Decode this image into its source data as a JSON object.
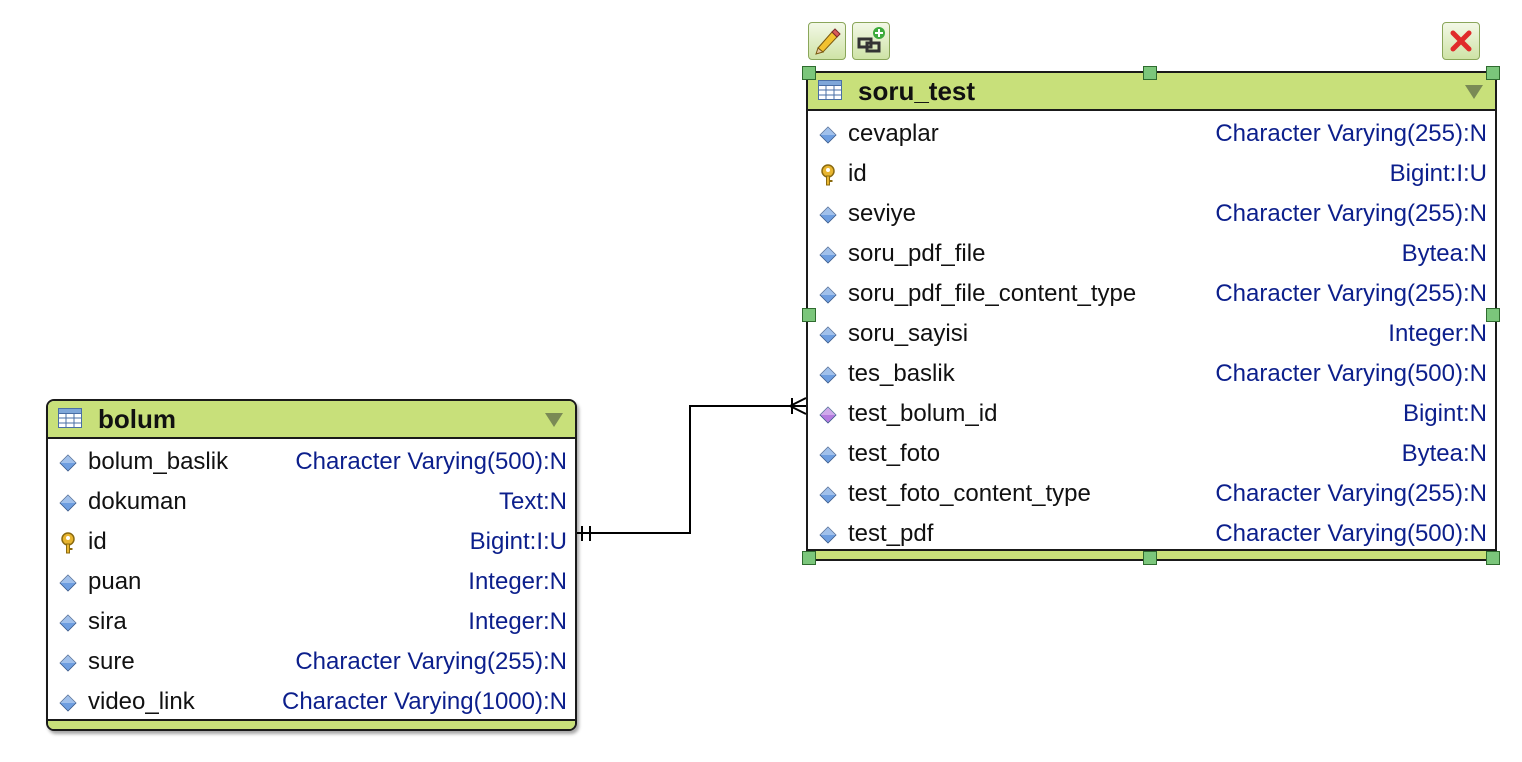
{
  "entities": {
    "bolum": {
      "name": "bolum",
      "columns": [
        {
          "name": "bolum_baslik",
          "type": "Character Varying(500):N",
          "key": "column"
        },
        {
          "name": "dokuman",
          "type": "Text:N",
          "key": "column"
        },
        {
          "name": "id",
          "type": "Bigint:I:U",
          "key": "primary"
        },
        {
          "name": "puan",
          "type": "Integer:N",
          "key": "column"
        },
        {
          "name": "sira",
          "type": "Integer:N",
          "key": "column"
        },
        {
          "name": "sure",
          "type": "Character Varying(255):N",
          "key": "column"
        },
        {
          "name": "video_link",
          "type": "Character Varying(1000):N",
          "key": "column"
        }
      ]
    },
    "soru_test": {
      "name": "soru_test",
      "columns": [
        {
          "name": "cevaplar",
          "type": "Character Varying(255):N",
          "key": "column"
        },
        {
          "name": "id",
          "type": "Bigint:I:U",
          "key": "primary"
        },
        {
          "name": "seviye",
          "type": "Character Varying(255):N",
          "key": "column"
        },
        {
          "name": "soru_pdf_file",
          "type": "Bytea:N",
          "key": "column"
        },
        {
          "name": "soru_pdf_file_content_type",
          "type": "Character Varying(255):N",
          "key": "column"
        },
        {
          "name": "soru_sayisi",
          "type": "Integer:N",
          "key": "column"
        },
        {
          "name": "tes_baslik",
          "type": "Character Varying(500):N",
          "key": "column"
        },
        {
          "name": "test_bolum_id",
          "type": "Bigint:N",
          "key": "foreign"
        },
        {
          "name": "test_foto",
          "type": "Bytea:N",
          "key": "column"
        },
        {
          "name": "test_foto_content_type",
          "type": "Character Varying(255):N",
          "key": "column"
        },
        {
          "name": "test_pdf",
          "type": "Character Varying(500):N",
          "key": "column"
        }
      ]
    }
  },
  "toolbar": {
    "edit_icon": "pencil-icon",
    "add_relation_icon": "add-relation-icon",
    "delete_icon": "delete-x-icon"
  },
  "relationship": {
    "from": "bolum.id",
    "to": "soru_test.test_bolum_id",
    "cardinality": "one-to-many"
  },
  "colors": {
    "header": "#c8e07a",
    "type_text": "#0c1f8c",
    "column_icon": "#6e9ee0",
    "foreign_key_icon": "#b57be0",
    "primary_key_icon": "#e8b530",
    "handle": "#7bc67b",
    "delete": "#e02b2b"
  }
}
